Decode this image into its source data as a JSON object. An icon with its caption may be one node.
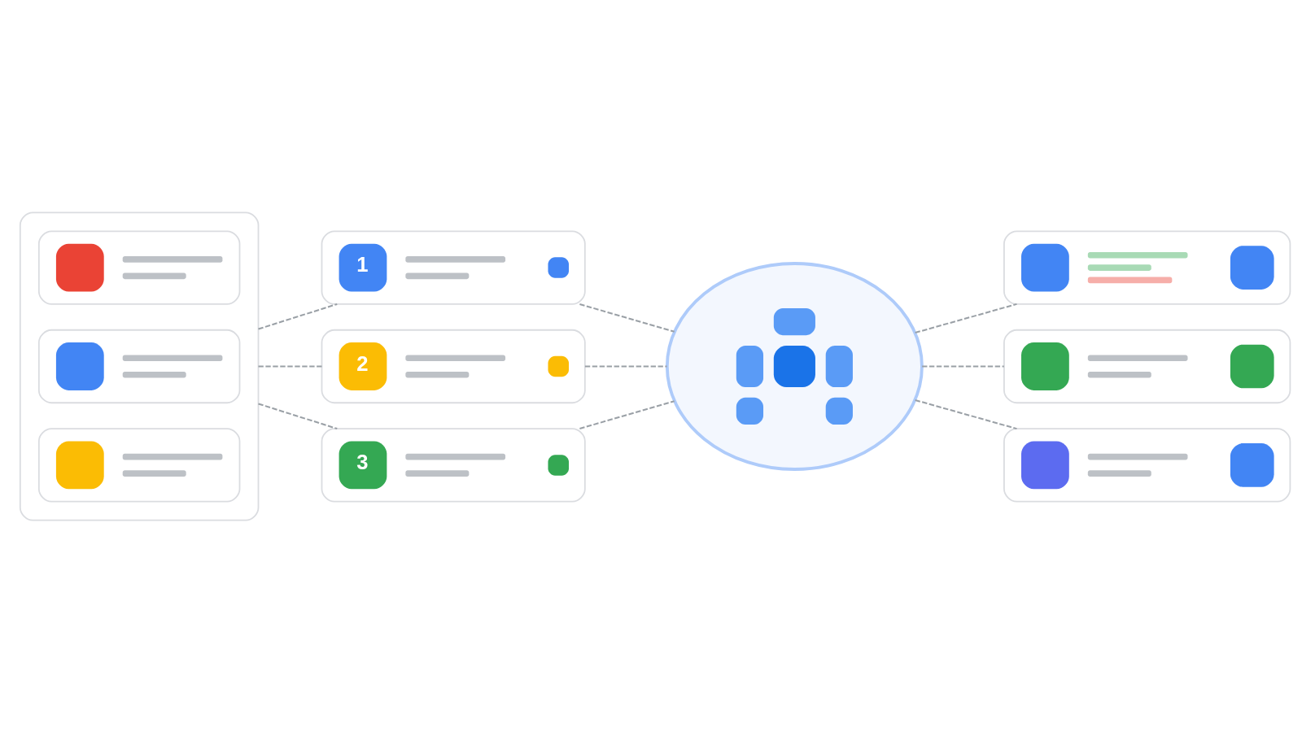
{
  "diagram": {
    "nodes": [
      {
        "text": [],
        "shape": "box"
      },
      {
        "text": [],
        "shape": "box",
        "in": 0
      },
      {
        "text": [],
        "shape": "box",
        "in": 0
      },
      {
        "text": [],
        "shape": "box",
        "in": 0
      },
      {
        "text": [
          "1"
        ]
      },
      {
        "text": [
          "2"
        ]
      },
      {
        "text": [
          "3"
        ]
      },
      {
        "text": [],
        "shape": "cloud"
      },
      {
        "text": [],
        "shape": "box"
      },
      {
        "text": [],
        "shape": "box"
      },
      {
        "text": [],
        "shape": "box"
      }
    ],
    "edges": [
      {
        "from": 0,
        "to": 4,
        "arrow": "none",
        "style": "dashed"
      },
      {
        "from": 0,
        "to": 5,
        "arrow": "none",
        "style": "dashed"
      },
      {
        "from": 0,
        "to": 6,
        "arrow": "none",
        "style": "dashed"
      },
      {
        "from": 4,
        "to": 7,
        "arrow": "none",
        "style": "dashed"
      },
      {
        "from": 5,
        "to": 7,
        "arrow": "none",
        "style": "dashed"
      },
      {
        "from": 6,
        "to": 7,
        "arrow": "none",
        "style": "dashed"
      },
      {
        "from": 7,
        "to": 8,
        "arrow": "none",
        "style": "dashed"
      },
      {
        "from": 7,
        "to": 9,
        "arrow": "none",
        "style": "dashed"
      },
      {
        "from": 7,
        "to": 10,
        "arrow": "none",
        "style": "dashed"
      }
    ]
  }
}
